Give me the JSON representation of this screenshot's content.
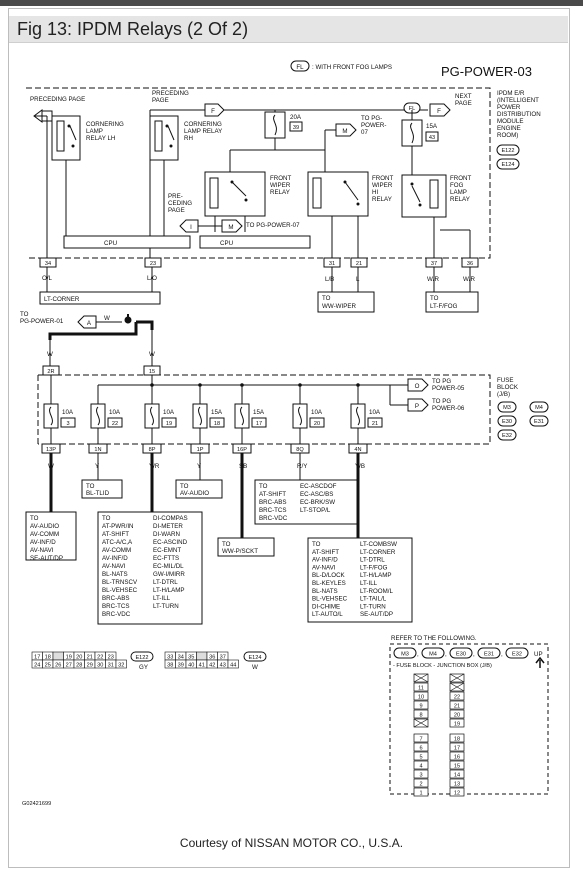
{
  "page_title": "Fig 13: IPDM Relays (2 Of 2)",
  "credit": "Courtesy of NISSAN MOTOR CO., U.S.A.",
  "diagram": {
    "page_code": "PG-POWER-03",
    "fl_legend_badge": "FL",
    "fl_legend_text": ": WITH FRONT FOG LAMPS",
    "ipdm_label": [
      "IPDM E/R",
      "(INTELLIGENT",
      "POWER",
      "DISTRIBUTION",
      "MODULE",
      "ENGINE",
      "ROOM)"
    ],
    "ipdm_connectors": [
      "E122",
      "E124"
    ],
    "preceding_page_1": "PRECEDING PAGE",
    "preceding_page_2": [
      "PRECEDING",
      "PAGE"
    ],
    "preceding_page_3": [
      "PRE-",
      "CEDING",
      "PAGE"
    ],
    "next_page": [
      "NEXT",
      "PAGE"
    ],
    "badges": {
      "f": "F",
      "i": "I",
      "m": "M",
      "a": "A",
      "o": "O",
      "p": "P",
      "fl": "FL"
    },
    "cornering_lh": [
      "CORNERING",
      "LAMP",
      "RELAY LH"
    ],
    "cornering_rh": [
      "CORNERING",
      "LAMP RELAY",
      "RH"
    ],
    "fuse_20a": {
      "amp": "20A",
      "num": "39"
    },
    "fuse_15a_top": {
      "amp": "15A",
      "num": "43"
    },
    "to_pg_power_07": [
      "TO PG-",
      "POWER-",
      "07"
    ],
    "to_pg_power_07b": "TO PG-POWER-07",
    "front_wiper_relay": [
      "FRONT",
      "WIPER",
      "RELAY"
    ],
    "front_wiper_hi_relay": [
      "FRONT",
      "WIPER",
      "HI",
      "RELAY"
    ],
    "front_fog_lamp_relay": [
      "FRONT",
      "FOG",
      "LAMP",
      "RELAY"
    ],
    "cpu": "CPU",
    "top_pins": [
      {
        "num": "34",
        "color": "O/L"
      },
      {
        "num": "23",
        "color": "L/O"
      },
      {
        "num": "31",
        "color": "L/B"
      },
      {
        "num": "21",
        "color": "L"
      },
      {
        "num": "37",
        "color": "W/R"
      },
      {
        "num": "36",
        "color": "W/R"
      }
    ],
    "lt_corner": "LT-CORNER",
    "ww_wiper": [
      "TO",
      "WW-WIPER"
    ],
    "lt_ffog": [
      "TO",
      "LT-F/FOG"
    ],
    "to_pg_power_01": [
      "TO",
      "PG-POWER-01"
    ],
    "w": "W",
    "fb_top_pins": [
      "2R",
      "15"
    ],
    "fuse_block_label": [
      "FUSE",
      "BLOCK",
      "(J/B)"
    ],
    "fb_connectors": [
      "M3",
      "M4",
      "E30",
      "E31",
      "E32"
    ],
    "to_pg_power_05": [
      "TO PG",
      "POWER-05"
    ],
    "to_pg_power_06": [
      "TO PG",
      "POWER-06"
    ],
    "fuses": [
      {
        "amp": "10A",
        "num": "3",
        "pin": "13P",
        "wire": "W"
      },
      {
        "amp": "10A",
        "num": "22",
        "pin": "1N",
        "wire": "Y"
      },
      {
        "amp": "10A",
        "num": "19",
        "pin": "8P",
        "wire": "Y/R"
      },
      {
        "amp": "15A",
        "num": "18",
        "pin": "1P",
        "wire": "Y"
      },
      {
        "amp": "15A",
        "num": "17",
        "pin": "16P",
        "wire": "SB"
      },
      {
        "amp": "10A",
        "num": "20",
        "pin": "8Q",
        "wire": "R/Y"
      },
      {
        "amp": "10A",
        "num": "21",
        "pin": "4N",
        "wire": "Y/B"
      }
    ],
    "bl_tlid": [
      "TO",
      "BL-TLID"
    ],
    "av_audio_to": [
      "TO",
      "AV-AUDIO"
    ],
    "ww_psckt": [
      "TO",
      "WW-P/SCKT"
    ],
    "list_w": [
      "TO",
      "AV-AUDIO",
      "AV-COMM",
      "AV-INF/D",
      "AV-NAVI",
      "SE-AUT/DP"
    ],
    "list_yr_col1": [
      "TO",
      "AT-PWR/IN",
      "AT-SHIFT",
      "ATC-A/C,A",
      "AV-COMM",
      "AV-INF/D",
      "AV-NAVI",
      "BL-NATS",
      "BL-TRNSCV",
      "BL-VEHSEC",
      "BRC-ABS",
      "BRC-TCS",
      "BRC-VDC"
    ],
    "list_yr_col2": [
      "DI-COMPAS",
      "DI-METER",
      "DI-WARN",
      "EC-ASCIND",
      "EC-EMNT",
      "EC-FTTS",
      "EC-MIL/DL",
      "GW-I/MIRR",
      "LT-DTRL",
      "LT-H/LAMP",
      "LT-ILL",
      "LT-TURN"
    ],
    "list_ry_col1": [
      "TO",
      "AT-SHIFT",
      "BRC-ABS",
      "BRC-TCS",
      "BRC-VDC"
    ],
    "list_ry_col2": [
      "EC-ASCDOF",
      "EC-ASC/BS",
      "EC-BRK/SW",
      "LT-STOP/L"
    ],
    "list_yb_col1": [
      "TO",
      "AT-SHIFT",
      "AV-INF/D",
      "AV-NAVI",
      "BL-D/LOCK",
      "BL-KEYLES",
      "BL-NATS",
      "BL-VEHSEC",
      "DI-CHIME",
      "LT-AUTO/L"
    ],
    "list_yb_col2": [
      "LT-COMBSW",
      "LT-CORNER",
      "LT-DTRL",
      "LT-F/FOG",
      "LT-H/LAMP",
      "LT-ILL",
      "LT-ROOM/L",
      "LT-TAIL/L",
      "LT-TURN",
      "SE-AUT/DP"
    ],
    "conn_e122": {
      "row1": [
        "17",
        "18",
        "",
        "19",
        "20",
        "21",
        "22",
        "23"
      ],
      "row2": [
        "24",
        "25",
        "26",
        "27",
        "28",
        "29",
        "30",
        "31",
        "32"
      ],
      "badge": "E122",
      "color": "GY"
    },
    "conn_e124": {
      "row1": [
        "33",
        "34",
        "35",
        "",
        "36",
        "37"
      ],
      "row2": [
        "38",
        "39",
        "40",
        "41",
        "42",
        "43",
        "44"
      ],
      "badge": "E124",
      "color": "W"
    },
    "refer_title": "REFER TO THE FOLLOWING.",
    "refer_badges": [
      "M3",
      "M4",
      "E30",
      "E31",
      "E32"
    ],
    "refer_up": "UP",
    "refer_sub": "- FUSE BLOCK - JUNCTION BOX (J/B)",
    "jb_left": [
      "",
      "11",
      "10",
      "9",
      "8",
      "",
      "7",
      "6",
      "5",
      "4",
      "3",
      "2",
      "1"
    ],
    "jb_right": [
      "",
      "",
      "22",
      "21",
      "20",
      "19",
      "18",
      "17",
      "16",
      "15",
      "14",
      "13",
      "12"
    ],
    "image_code": "G02421699"
  }
}
